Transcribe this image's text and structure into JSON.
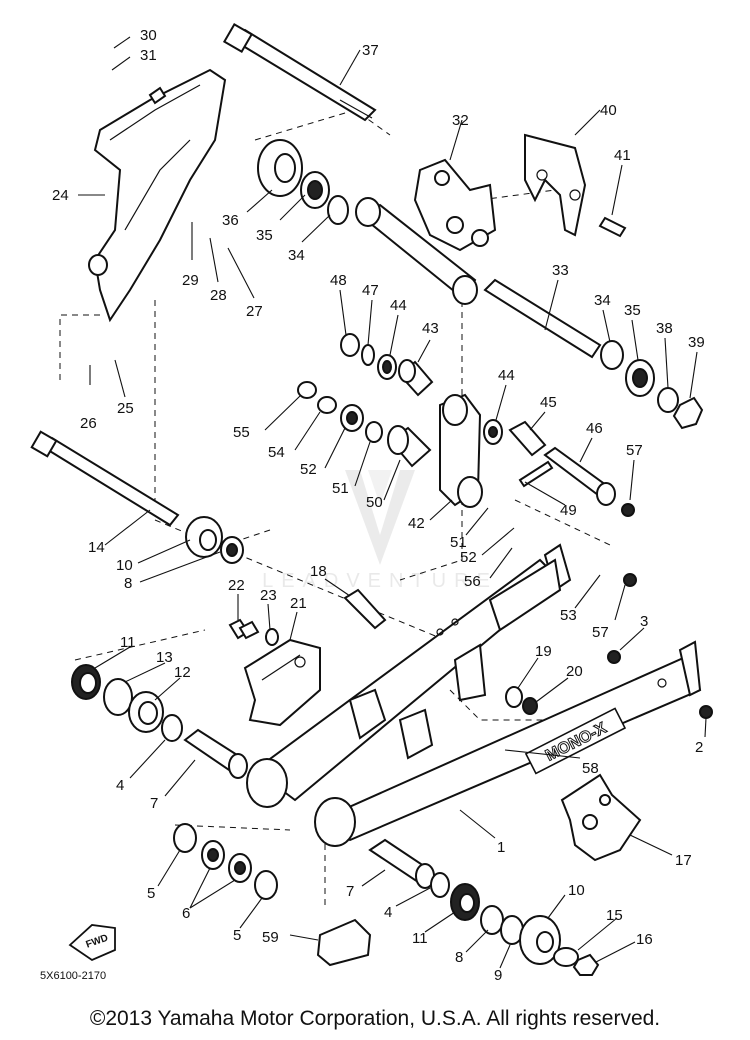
{
  "diagram": {
    "callouts": [
      "30",
      "31",
      "24",
      "29",
      "28",
      "27",
      "25",
      "26",
      "37",
      "36",
      "35",
      "34",
      "32",
      "40",
      "41",
      "48",
      "47",
      "44",
      "43",
      "33",
      "34",
      "35",
      "38",
      "39",
      "55",
      "54",
      "52",
      "51",
      "50",
      "42",
      "44",
      "45",
      "46",
      "57",
      "49",
      "14",
      "10",
      "8",
      "22",
      "23",
      "18",
      "21",
      "51",
      "52",
      "56",
      "53",
      "57",
      "3",
      "11",
      "13",
      "12",
      "19",
      "20",
      "2",
      "4",
      "7",
      "58",
      "1",
      "17",
      "5",
      "6",
      "5",
      "7",
      "4",
      "11",
      "8",
      "10",
      "15",
      "16",
      "9",
      "59"
    ],
    "fwd_label": "FWD",
    "diagram_code": "5X6100-2170",
    "emblem_text": "MONO-X",
    "watermark_text": "LEADVENTURE"
  },
  "footer": {
    "copyright": "©2013 Yamaha Motor Corporation, U.S.A. All rights reserved."
  }
}
